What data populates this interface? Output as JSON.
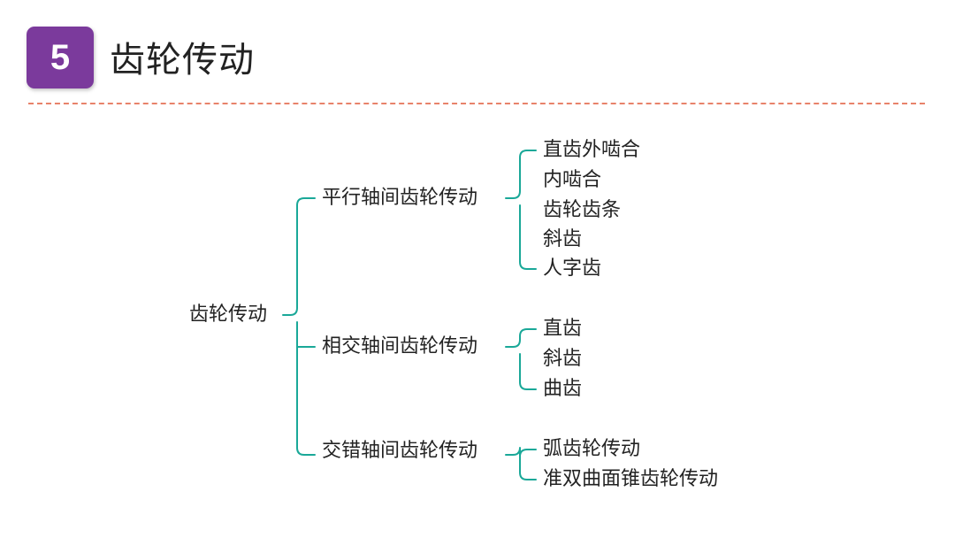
{
  "header": {
    "section_number": "5",
    "title": "齿轮传动"
  },
  "colors": {
    "badge": "#7b3a9c",
    "bracket": "#1aa898",
    "divider": "#e8826a",
    "text": "#222222"
  },
  "tree": {
    "root": "齿轮传动",
    "branches": [
      {
        "label": "平行轴间齿轮传动",
        "leaves": [
          "直齿外啮合",
          "内啮合",
          "齿轮齿条",
          "斜齿",
          "人字齿"
        ]
      },
      {
        "label": "相交轴间齿轮传动",
        "leaves": [
          "直齿",
          "斜齿",
          "曲齿"
        ]
      },
      {
        "label": "交错轴间齿轮传动",
        "leaves": [
          "弧齿轮传动",
          "准双曲面锥齿轮传动"
        ]
      }
    ]
  }
}
